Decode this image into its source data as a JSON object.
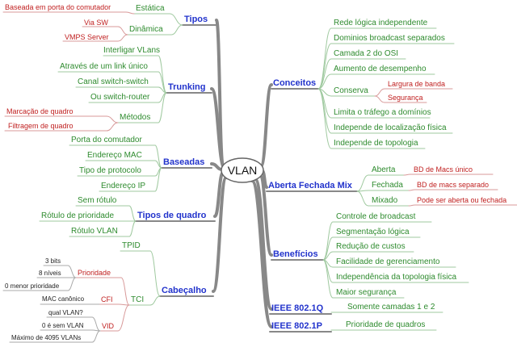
{
  "center": "VLAN",
  "colors": {
    "main": "#2233cc",
    "sub": "#2e8b2e",
    "leaf": "#c02020",
    "tiny": "#222222",
    "spine": "#888888",
    "sub_line": "#9fc99f",
    "leaf_line": "#d89a9a",
    "tiny_line": "#aaaaaa"
  },
  "left": {
    "tipos": {
      "label": "Tipos",
      "estatica": "Estática",
      "baseada_porta": "Baseada em porta do comutador",
      "dinamica": "Dinâmica",
      "via_sw": "Via SW",
      "vmps": "VMPS Server"
    },
    "trunking": {
      "label": "Trunking",
      "interligar": "Interligar VLans",
      "link_unico": "Através de um link único",
      "canal": "Canal switch-switch",
      "router": "Ou switch-router",
      "metodos": "Métodos",
      "marcacao": "Marcação de quadro",
      "filtragem": "Filtragem de quadro"
    },
    "baseadas": {
      "label": "Baseadas",
      "porta": "Porta do comutador",
      "mac": "Endereço MAC",
      "protocolo": "Tipo de protocolo",
      "ip": "Endereço IP"
    },
    "tipos_quadro": {
      "label": "Tipos de quadro",
      "sem_rotulo": "Sem rótulo",
      "prioridade": "Rótulo de prioridade",
      "vlan": "Rótulo VLAN"
    },
    "cabecalho": {
      "label": "Cabeçalho",
      "tpid": "TPID",
      "tci": "TCI",
      "prio": "Prioridade",
      "bits": "3 bits",
      "niveis": "8 níveis",
      "menor": "0 menor prioridade",
      "cfi": "CFI",
      "mac_canonico": "MAC canônico",
      "vid": "VID",
      "qual": "qual VLAN?",
      "sem_vlan": "0 é sem VLAN",
      "maximo": "Máximo de 4095 VLANs"
    }
  },
  "right": {
    "conceitos": {
      "label": "Conceitos",
      "c1": "Rede lógica independente",
      "c2": "Dominios broadcast separados",
      "c3": "Camada 2 do OSI",
      "c4": "Aumento de desempenho",
      "conserva": "Conserva",
      "banda": "Largura de banda",
      "seguranca": "Segurança",
      "c6": "Limita o tráfego a domínios",
      "c7": "Independe de localização física",
      "c8": "Independe de topologia"
    },
    "abertura": {
      "label": "Aberta Fechada Mix",
      "aberta": "Aberta",
      "aberta_d": "BD de Macs único",
      "fechada": "Fechada",
      "fechada_d": "BD de macs separado",
      "mixado": "Mixado",
      "mixado_d": "Pode ser aberta ou fechada"
    },
    "beneficios": {
      "label": "Benefícios",
      "b1": "Controle de broadcast",
      "b2": "Segmentação lógica",
      "b3": "Redução de custos",
      "b4": "Facilidade de gerenciamento",
      "b5": "Independência da topologia física",
      "b6": "Maior segurança"
    },
    "ieee1q": {
      "label": "IEEE 802.1Q",
      "desc": "Somente camadas 1 e 2"
    },
    "ieee1p": {
      "label": "IEEE 802.1P",
      "desc": "Prioridade de quadros"
    }
  }
}
